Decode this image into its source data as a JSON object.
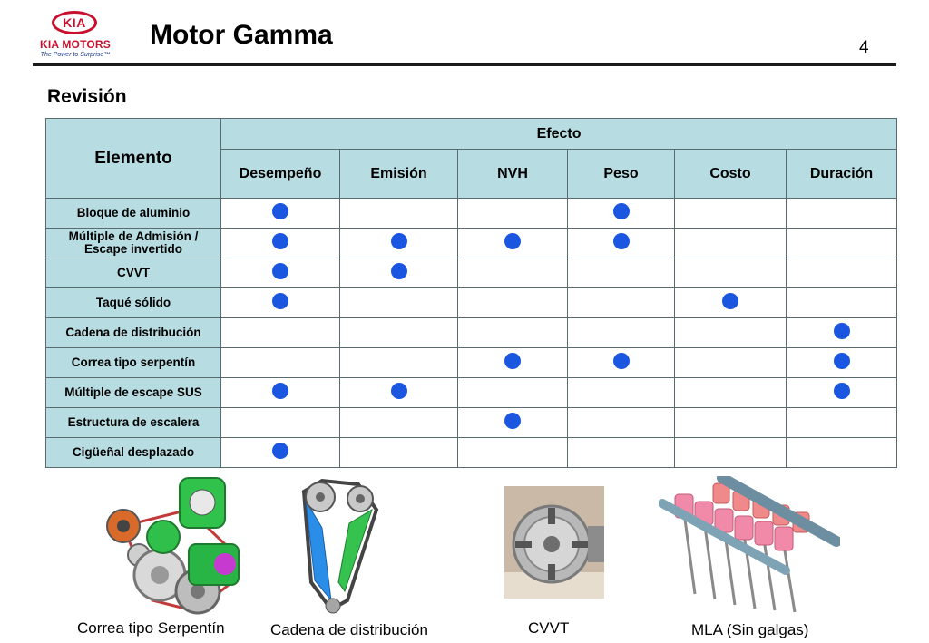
{
  "brand": {
    "logo_text": "KIA",
    "name": "KIA MOTORS",
    "tagline": "The Power to Surprise™",
    "color": "#c8102e"
  },
  "header": {
    "title": "Motor Gamma",
    "page_number": "4"
  },
  "section_title": "Revisión",
  "table": {
    "element_header": "Elemento",
    "effect_header": "Efecto",
    "columns": [
      "Desempeño",
      "Emisión",
      "NVH",
      "Peso",
      "Costo",
      "Duración"
    ],
    "rows": [
      {
        "label": "Bloque de aluminio",
        "marks": [
          true,
          false,
          false,
          true,
          false,
          false
        ]
      },
      {
        "label": "Múltiple de Admisión / Escape  invertido",
        "marks": [
          true,
          true,
          true,
          true,
          false,
          false
        ]
      },
      {
        "label": "CVVT",
        "marks": [
          true,
          true,
          false,
          false,
          false,
          false
        ]
      },
      {
        "label": "Taqué sólido",
        "marks": [
          true,
          false,
          false,
          false,
          true,
          false
        ]
      },
      {
        "label": "Cadena de distribución",
        "marks": [
          false,
          false,
          false,
          false,
          false,
          true
        ]
      },
      {
        "label": "Correa tipo serpentín",
        "marks": [
          false,
          false,
          true,
          true,
          false,
          true
        ]
      },
      {
        "label": "Múltiple de escape SUS",
        "marks": [
          true,
          true,
          false,
          false,
          false,
          true
        ]
      },
      {
        "label": "Estructura de escalera",
        "marks": [
          false,
          false,
          true,
          false,
          false,
          false
        ]
      },
      {
        "label": "Cigüeñal desplazado",
        "marks": [
          true,
          false,
          false,
          false,
          false,
          false
        ]
      }
    ],
    "header_color": "#b7dde2",
    "dot_color": "#1a56e0"
  },
  "captions": {
    "serpentine": "Correa tipo Serpentín",
    "chain": "Cadena de distribución",
    "cvvt": "CVVT",
    "mla": "MLA (Sin galgas)"
  }
}
